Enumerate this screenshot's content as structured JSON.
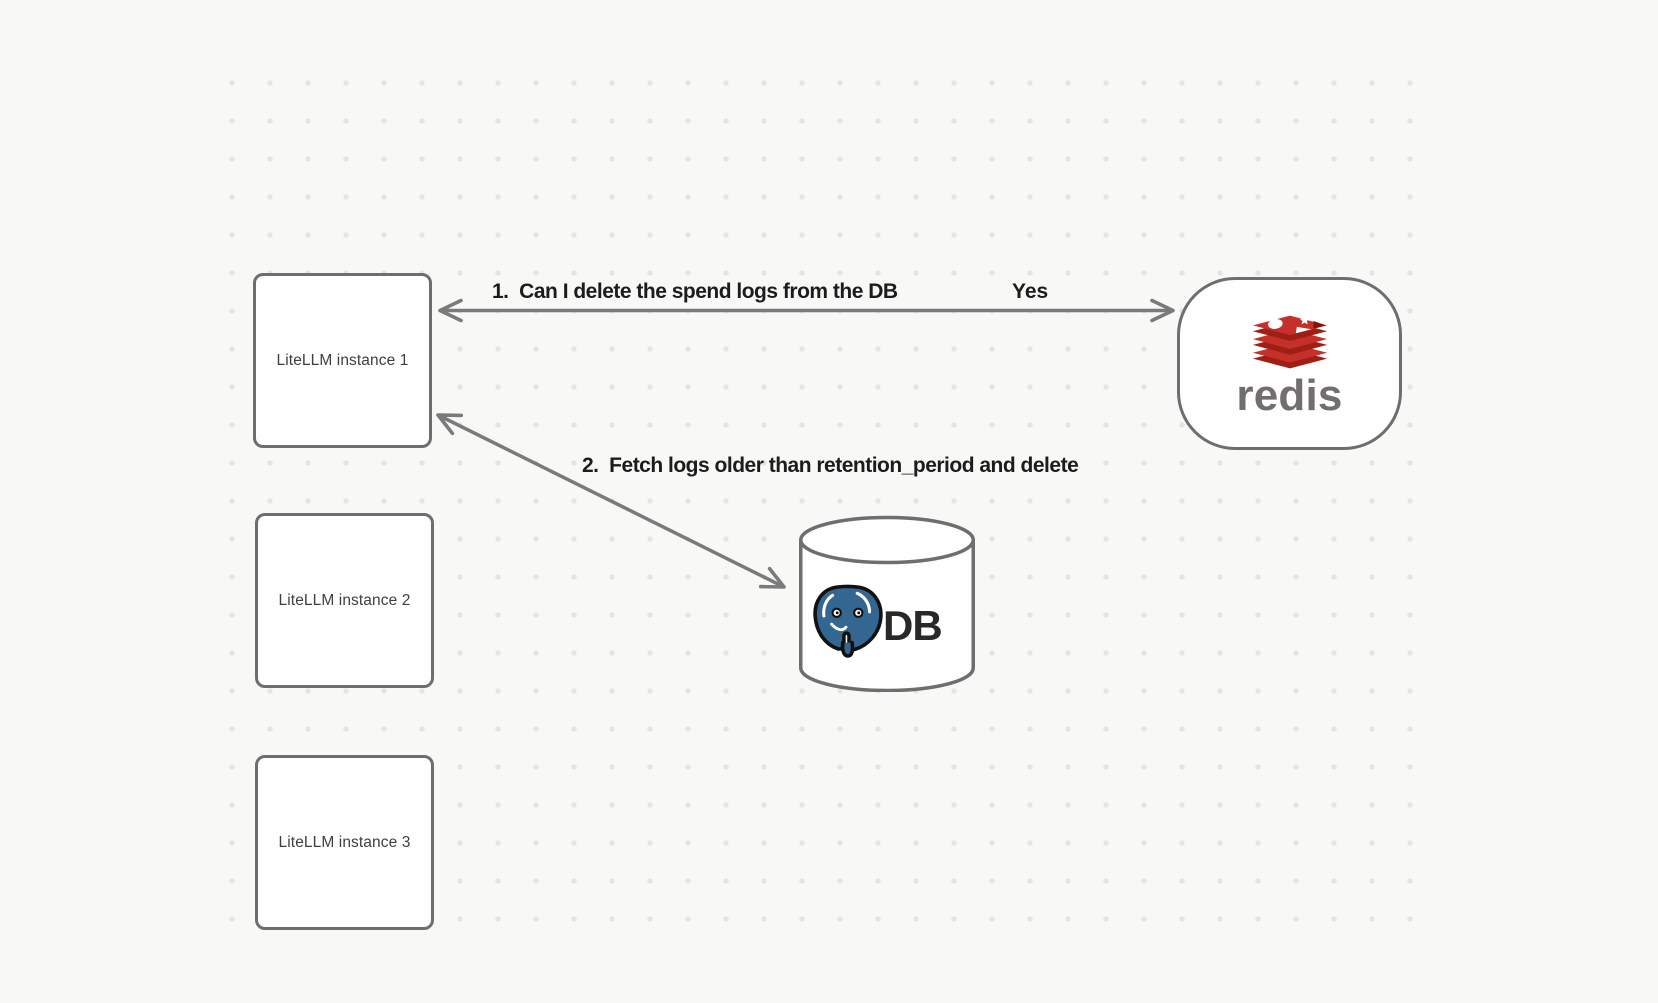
{
  "diagram": {
    "nodes": [
      {
        "id": "instance1",
        "label": "LiteLLM instance 1",
        "shape": "rectangle"
      },
      {
        "id": "instance2",
        "label": "LiteLLM instance 2",
        "shape": "rectangle"
      },
      {
        "id": "instance3",
        "label": "LiteLLM instance 3",
        "shape": "rectangle"
      },
      {
        "id": "redis",
        "label": "redis",
        "shape": "rounded-rectangle",
        "logo": "redis-logo"
      },
      {
        "id": "db",
        "label": "DB",
        "shape": "cylinder",
        "logo": "postgresql-elephant"
      }
    ],
    "edges": [
      {
        "id": "edge1",
        "from": "instance1",
        "to": "redis",
        "label": "1.  Can I delete the spend logs from the DB",
        "response": "Yes",
        "direction": "bidirectional"
      },
      {
        "id": "edge2",
        "from": "instance1",
        "to": "db",
        "label": "2.  Fetch logs older than retention_period and delete",
        "direction": "bidirectional"
      }
    ],
    "colors": {
      "background": "#f8f8f7",
      "grid_dot": "#e5e4e3",
      "node_border": "#6e6e6e",
      "node_fill": "#fefefe",
      "node_text": "#3f3f3f",
      "edge": "#7a7a7a",
      "edge_label": "#1c1c1c",
      "redis_red": "#c6302b",
      "redis_red_dark": "#9e1f13",
      "redis_wordmark_gray": "#716e6d",
      "postgres_blue": "#336791"
    }
  }
}
